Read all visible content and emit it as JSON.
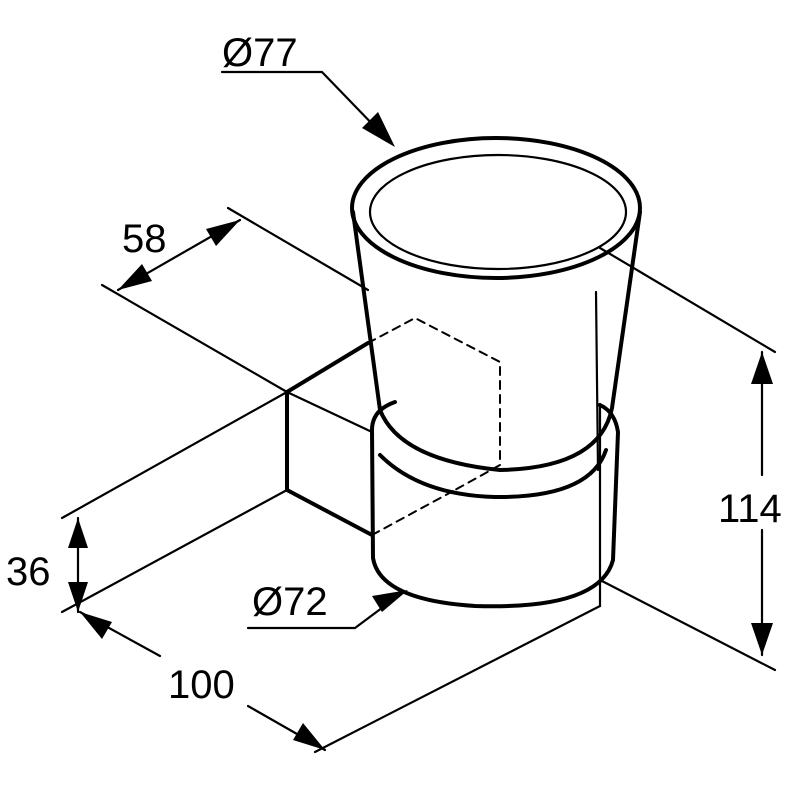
{
  "dimensions": {
    "top_diameter": "Ø77",
    "bottom_diameter": "Ø72",
    "plate_width": "58",
    "plate_height": "36",
    "depth": "100",
    "height": "114"
  },
  "colors": {
    "ink": "#000000",
    "background": "#ffffff"
  }
}
